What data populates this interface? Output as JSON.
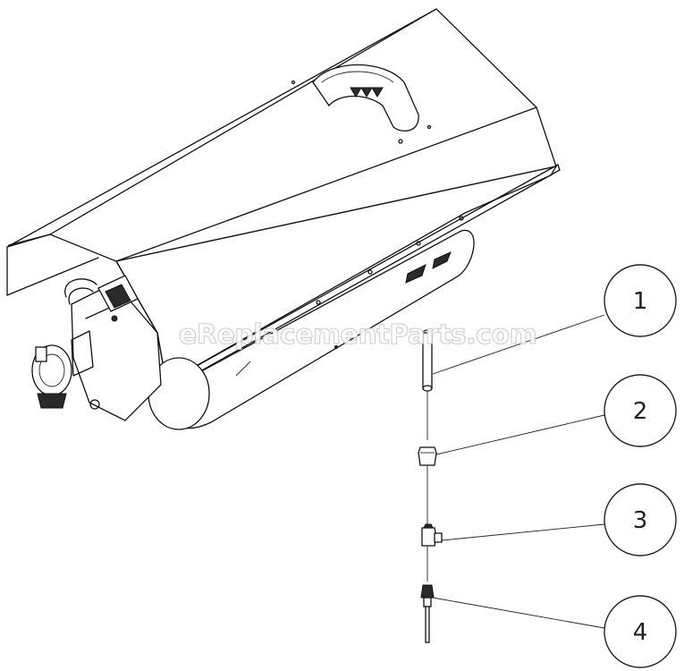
{
  "watermark": "eReplacementParts.com",
  "callouts": [
    {
      "number": "1",
      "part": "part-1"
    },
    {
      "number": "2",
      "part": "part-2"
    },
    {
      "number": "3",
      "part": "part-3"
    },
    {
      "number": "4",
      "part": "part-4"
    }
  ]
}
